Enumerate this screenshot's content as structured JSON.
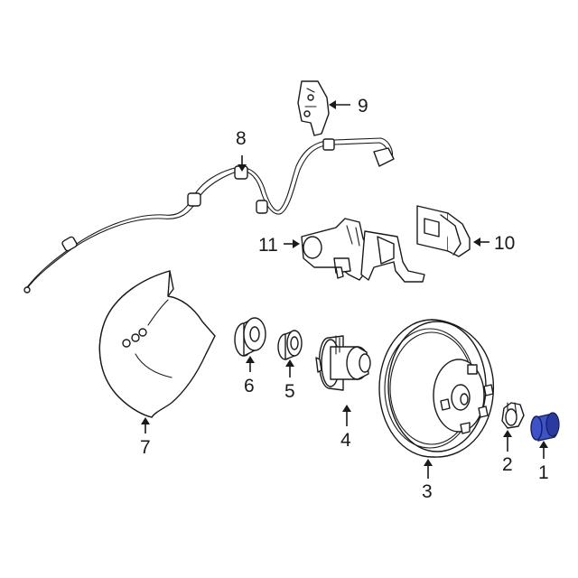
{
  "diagram": {
    "highlight_color": "#3f52c8",
    "line_color": "#1a1a1a",
    "callouts": [
      {
        "id": "1",
        "label": "1",
        "part": "dust-cap-icon"
      },
      {
        "id": "2",
        "label": "2",
        "part": "hub-nut-icon"
      },
      {
        "id": "3",
        "label": "3",
        "part": "brake-rotor-icon"
      },
      {
        "id": "4",
        "label": "4",
        "part": "wheel-hub-icon"
      },
      {
        "id": "5",
        "label": "5",
        "part": "outer-bearing-icon"
      },
      {
        "id": "6",
        "label": "6",
        "part": "inner-bearing-icon"
      },
      {
        "id": "7",
        "label": "7",
        "part": "splash-shield-icon"
      },
      {
        "id": "8",
        "label": "8",
        "part": "brake-hose-line-icon"
      },
      {
        "id": "9",
        "label": "9",
        "part": "mounting-bracket-icon"
      },
      {
        "id": "10",
        "label": "10",
        "part": "brake-pads-icon"
      },
      {
        "id": "11",
        "label": "11",
        "part": "caliper-icon"
      }
    ]
  }
}
